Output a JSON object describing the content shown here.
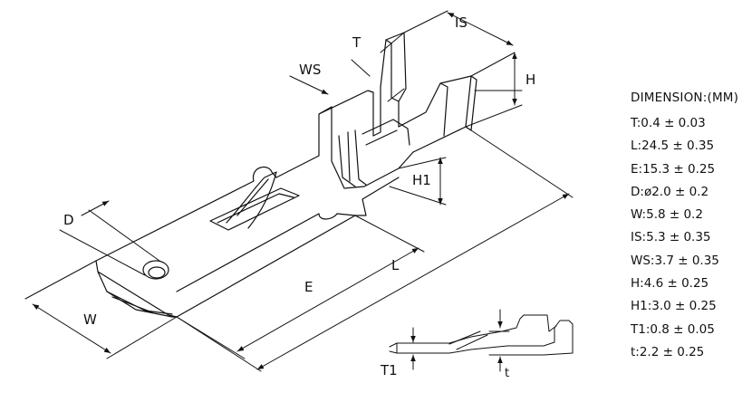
{
  "spec_title": "DIMENSION:(MM)",
  "specs": [
    "T:0.4 ± 0.03",
    "L:24.5 ± 0.35",
    "E:15.3 ± 0.25",
    "D:ø2.0 ± 0.2",
    "W:5.8 ± 0.2",
    "IS:5.3 ± 0.35",
    "WS:3.7 ± 0.35",
    "H:4.6 ± 0.25",
    "H1:3.0 ± 0.25",
    "T1:0.8 ± 0.05",
    "t:2.2 ± 0.25"
  ],
  "labels": {
    "T": "T",
    "IS": "IS",
    "WS": "WS",
    "H": "H",
    "H1": "H1",
    "D": "D",
    "E": "E",
    "L": "L",
    "W": "W",
    "T1": "T1",
    "t": "t"
  }
}
